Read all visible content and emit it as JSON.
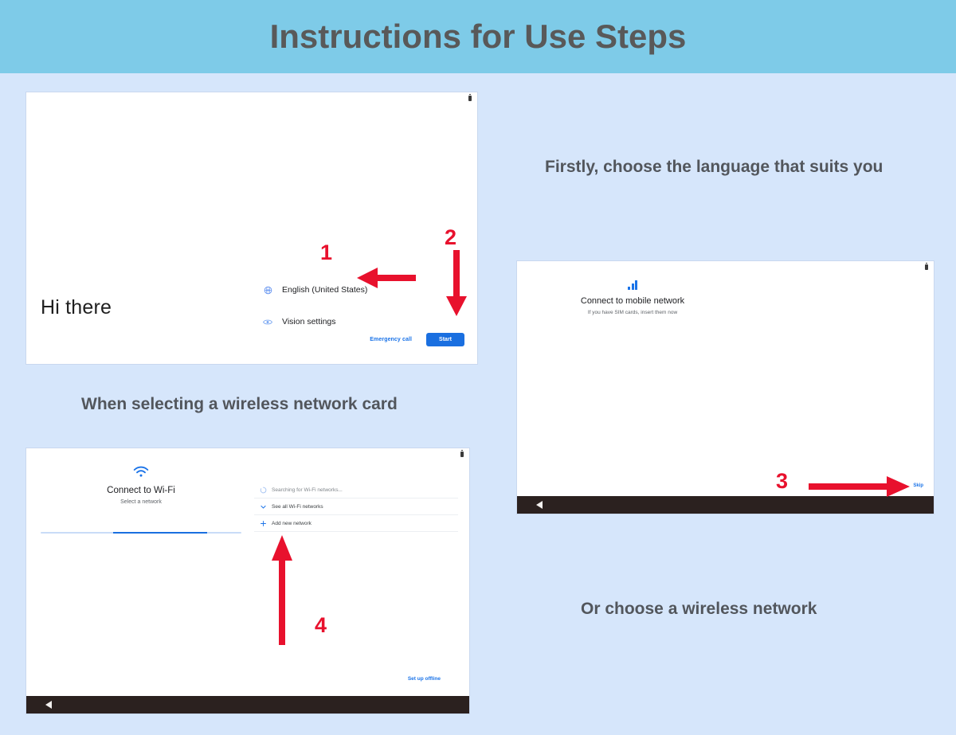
{
  "header": {
    "title": "Instructions for Use Steps"
  },
  "theme": {
    "page_bg": "#d6e6fb",
    "header_bg": "#7ecbe8",
    "header_text": "#595959",
    "caption_text": "#52565c",
    "accent_blue": "#1a73e8",
    "button_blue": "#1a6fe0",
    "annotation_red": "#e8112d",
    "navbar_dark": "#2b211f"
  },
  "captions": {
    "language": "Firstly, choose the language that suits you",
    "wireless_card": "When selecting a wireless network card",
    "wireless_network": "Or choose a wireless network"
  },
  "annotations": {
    "step1": {
      "number": "1",
      "direction": "left",
      "target": "English (United States)"
    },
    "step2": {
      "number": "2",
      "direction": "down",
      "target": "Start"
    },
    "step3": {
      "number": "3",
      "direction": "right",
      "target": "Skip"
    },
    "step4": {
      "number": "4",
      "direction": "up",
      "target": "Add new network"
    }
  },
  "welcome_screen": {
    "greeting": "Hi there",
    "options": [
      {
        "icon": "globe-icon",
        "label": "English (United States)"
      },
      {
        "icon": "vision-eye-icon",
        "label": "Vision settings"
      }
    ],
    "emergency_call_label": "Emergency call",
    "start_button_label": "Start"
  },
  "mobile_network_screen": {
    "icon": "signal-bars-icon",
    "title": "Connect to mobile network",
    "subtitle": "If you have SIM cards, insert them now",
    "skip_label": "Skip",
    "navbar_back_icon": "back-triangle-icon"
  },
  "wifi_screen": {
    "icon": "wifi-icon",
    "title": "Connect to Wi-Fi",
    "subtitle": "Select a network",
    "rows": [
      {
        "icon": "searching-spinner-icon",
        "label": "Searching for Wi-Fi networks..."
      },
      {
        "icon": "chevron-down-icon",
        "label": "See all Wi-Fi networks"
      },
      {
        "icon": "plus-icon",
        "label": "Add new network"
      }
    ],
    "setup_offline_label": "Set up offline",
    "navbar_back_icon": "back-triangle-icon"
  }
}
